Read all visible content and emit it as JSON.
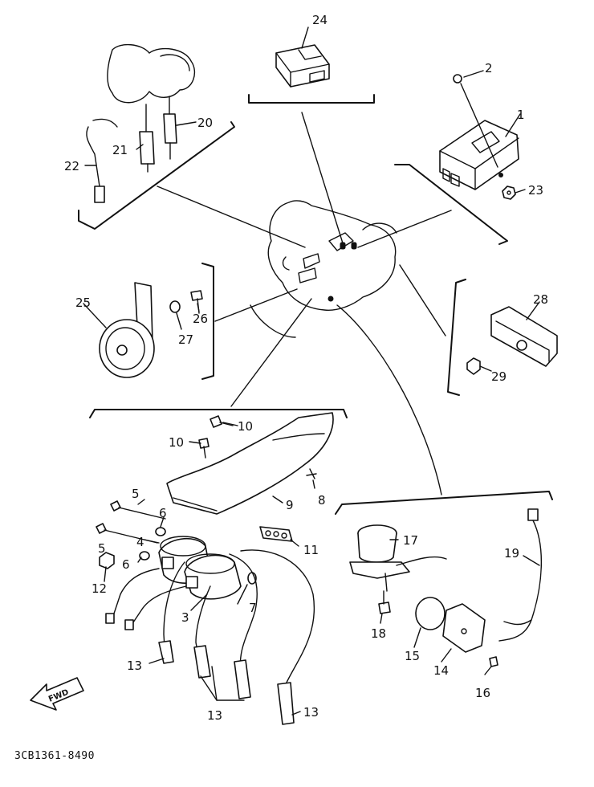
{
  "labels": {
    "p1": "1",
    "p2": "2",
    "p3": "3",
    "p4": "4",
    "p5a": "5",
    "p5b": "5",
    "p6a": "6",
    "p6b": "6",
    "p7": "7",
    "p8": "8",
    "p9": "9",
    "p10a": "10",
    "p10b": "10",
    "p11": "11",
    "p12": "12",
    "p13a": "13",
    "p13b": "13",
    "p13c": "13",
    "p14": "14",
    "p15": "15",
    "p16": "16",
    "p17": "17",
    "p18": "18",
    "p19": "19",
    "p20": "20",
    "p21": "21",
    "p22": "22",
    "p23": "23",
    "p24": "24",
    "p25": "25",
    "p26": "26",
    "p27": "27",
    "p28": "28",
    "p29": "29"
  },
  "fwd_label": "FWD",
  "diagram_code": "3CB1361-8490"
}
